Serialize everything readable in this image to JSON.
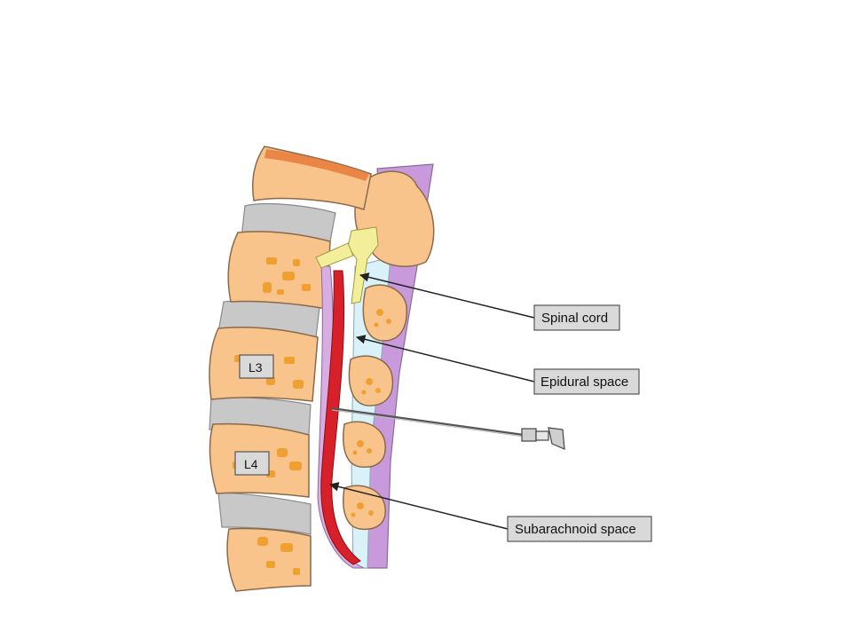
{
  "diagram": {
    "labels": {
      "spinal_cord": "Spinal cord",
      "epidural_space": "Epidural space",
      "subarachnoid_space": "Subarachnoid space"
    },
    "vertebra_labels": {
      "l3": "L3",
      "l4": "L4"
    },
    "colors": {
      "bone": "#f9c48c",
      "bone_outline": "#8a6a4a",
      "marrow_spots": "#f0a030",
      "disc": "#c8c8c8",
      "ligament_yellow": "#f2ee9a",
      "dura_lavender": "#d8aee2",
      "epidural_light": "#d9f1f8",
      "csf_red": "#d8202a",
      "label_box": "#d9d9d9",
      "needle": "#555555"
    }
  }
}
